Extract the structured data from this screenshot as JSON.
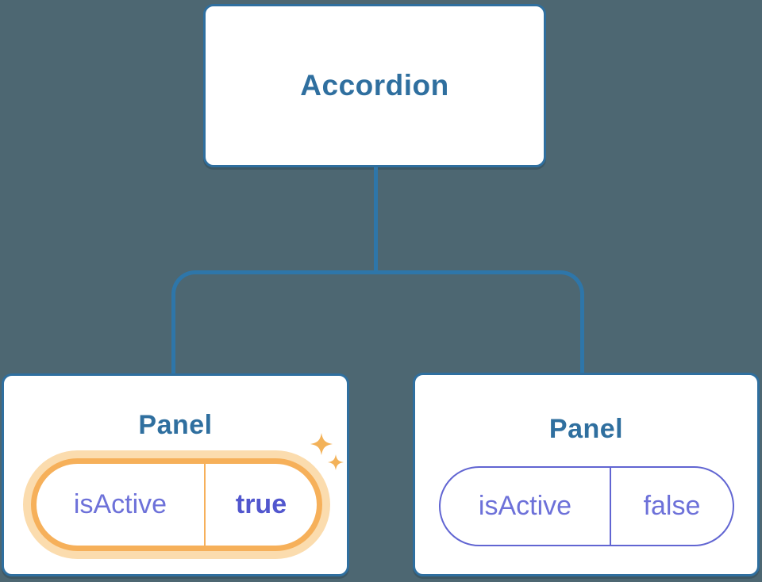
{
  "diagram": {
    "title_hint": "component tree with state",
    "background_color": "#4d6772",
    "colors": {
      "node_border_blue": "#2f6f9f",
      "connector_blue": "#2e76a9",
      "heading_blue": "#2f6f9f",
      "state_purple": "#6d71d9",
      "state_purple_bold": "#5257ce",
      "pill_purple_border": "#6165d2",
      "highlight_orange": "#f6b05a",
      "highlight_halo": "#fbdcae",
      "sparkle_orange": "#f3b259",
      "node_fill": "#ffffff"
    },
    "tree": {
      "root": {
        "label": "Accordion"
      },
      "panels": [
        {
          "label": "Panel",
          "state_name": "isActive",
          "state_value": "true",
          "highlighted": true
        },
        {
          "label": "Panel",
          "state_name": "isActive",
          "state_value": "false",
          "highlighted": false
        }
      ]
    }
  }
}
